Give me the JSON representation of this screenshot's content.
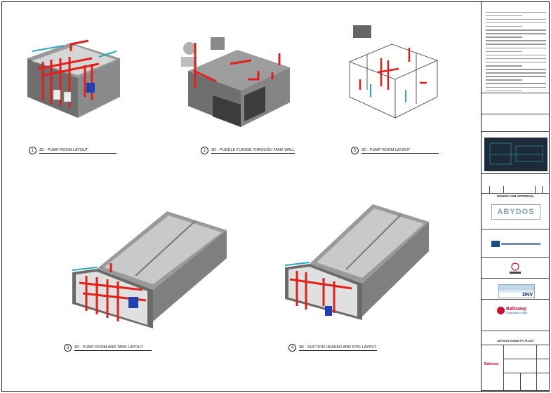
{
  "views": [
    {
      "number": "1",
      "title": "3D - PUMP ROOM LAYOUT"
    },
    {
      "number": "2",
      "title": "3D - PUDDLE FLANGE THROUGH TANK WALL"
    },
    {
      "number": "5",
      "title": "3D - PUMP ROOM LAYOUT"
    },
    {
      "number": "3",
      "title": "3D - PUMP ROOM AND TANK LAYOUT"
    },
    {
      "number": "4",
      "title": "3D - SUCTION HEADER AND PIPE LAYPUT"
    }
  ],
  "title_block": {
    "issued": "ISSUED FOR APPROVAL",
    "owner_logo": "ABYDOS",
    "consultant_name": "DNV",
    "designer_name": "Bahrawy",
    "designer_sub": "Consultancy Group",
    "project_name": "ABYDOS 500MW PV PLANT",
    "footer_designer_name": "Bahrawy"
  },
  "colors": {
    "pipe": "#e0201a",
    "tank": "#7d7d7d",
    "tank_dark": "#5a5a5a",
    "equipment_blue": "#1f3fb3",
    "accent_cyan": "#2aa9b8"
  }
}
